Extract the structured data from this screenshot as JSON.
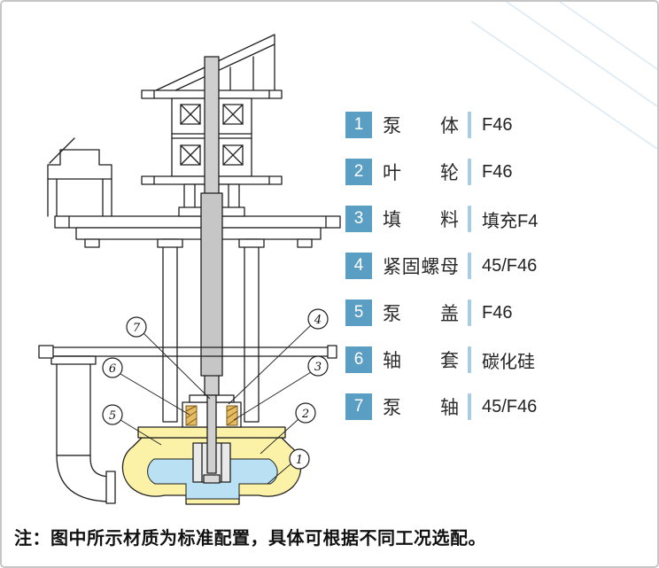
{
  "parts_table": {
    "rows": [
      {
        "num": "1",
        "label": "泵体",
        "value": "F46"
      },
      {
        "num": "2",
        "label": "叶轮",
        "value": "F46"
      },
      {
        "num": "3",
        "label": "填料",
        "value": "填充F4"
      },
      {
        "num": "4",
        "label": "紧固螺母",
        "value": "45/F46"
      },
      {
        "num": "5",
        "label": "泵盖",
        "value": "F46"
      },
      {
        "num": "6",
        "label": "轴套",
        "value": "碳化硅"
      },
      {
        "num": "7",
        "label": "泵轴",
        "value": "45/F46"
      }
    ]
  },
  "callouts": [
    "1",
    "2",
    "3",
    "4",
    "5",
    "6",
    "7"
  ],
  "note": "注：图中所示材质为标准配置，具体可根据不同工况选配。",
  "colors": {
    "number_box": "#5b9ec4",
    "divider": "#a6cde1",
    "casing_yellow": "#fbf2a8",
    "flow_blue": "#b9e1f3",
    "decor_line": "#dde9f3"
  }
}
